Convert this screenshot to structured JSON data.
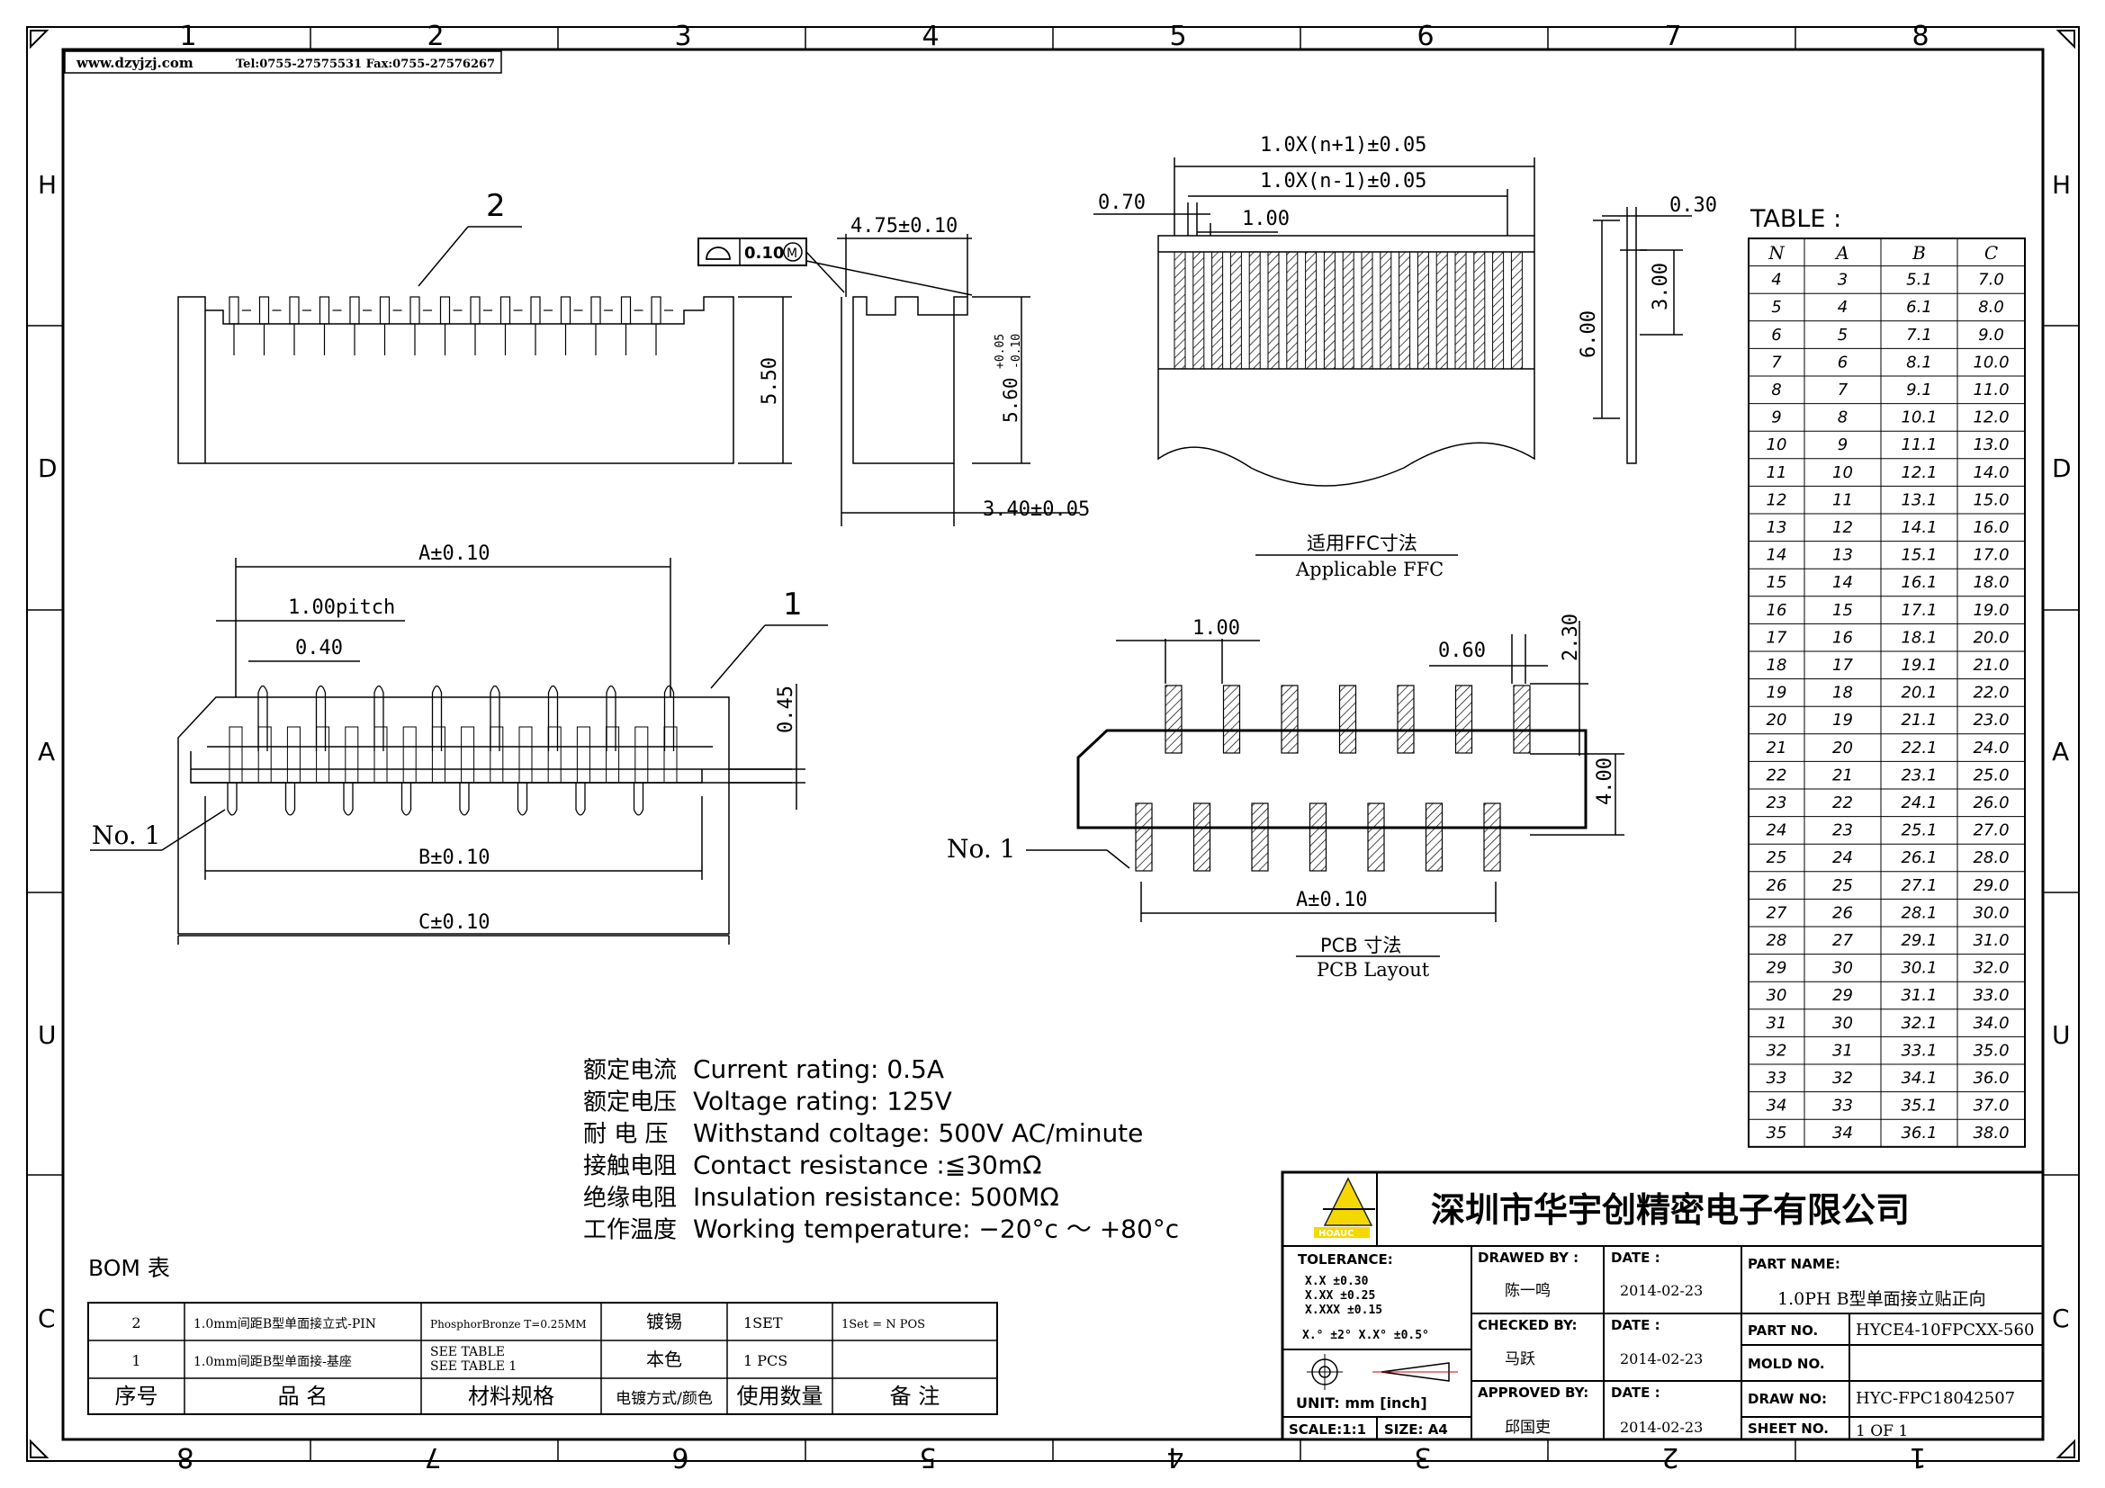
{
  "header": {
    "website": "www.dzyjzj.com",
    "contact": "Tel:0755-27575531 Fax:0755-27576267"
  },
  "frame": {
    "top_cols": [
      "1",
      "2",
      "3",
      "4",
      "5",
      "6",
      "7",
      "8"
    ],
    "bottom_cols": [
      "8",
      "7",
      "6",
      "5",
      "4",
      "3",
      "2",
      "1"
    ],
    "rows": [
      "H",
      "D",
      "A",
      "U",
      "C"
    ]
  },
  "side_view": {
    "callout": "2",
    "dim_height": "5.50",
    "flatness_sym": "⌓",
    "flatness_val": "0.10",
    "flatness_mod": "M",
    "dim_width": "4.75±0.10",
    "dim_height2": "5.60",
    "dim_tol_up": "+0.05",
    "dim_tol_dn": "-0.10",
    "dim_depth": "3.40±0.05"
  },
  "front_view": {
    "dim_A": "A±0.10",
    "dim_pitch": "1.00pitch",
    "dim_pin": "0.40",
    "dim_045": "0.45",
    "dim_B": "B±0.10",
    "dim_C": "C±0.10",
    "callout": "1",
    "no1": "No. 1"
  },
  "ffc": {
    "dim_n_plus": "1.0X(n+1)±0.05",
    "dim_n_minus": "1.0X(n-1)±0.05",
    "dim_070": "0.70",
    "dim_100": "1.00",
    "dim_030": "0.30",
    "dim_300": "3.00",
    "dim_600": "6.00",
    "caption_cn": "适用FFC寸法",
    "caption_en": "Applicable FFC"
  },
  "pcb": {
    "dim_100": "1.00",
    "dim_060": "0.60",
    "dim_230": "2.30",
    "dim_400": "4.00",
    "dim_A": "A±0.10",
    "no1": "No. 1",
    "caption_cn": "PCB  寸法",
    "caption_en": "PCB Layout"
  },
  "table": {
    "title": "TABLE :",
    "headers": [
      "N",
      "A",
      "B",
      "C"
    ],
    "rows": [
      [
        "4",
        "3",
        "5.1",
        "7.0"
      ],
      [
        "5",
        "4",
        "6.1",
        "8.0"
      ],
      [
        "6",
        "5",
        "7.1",
        "9.0"
      ],
      [
        "7",
        "6",
        "8.1",
        "10.0"
      ],
      [
        "8",
        "7",
        "9.1",
        "11.0"
      ],
      [
        "9",
        "8",
        "10.1",
        "12.0"
      ],
      [
        "10",
        "9",
        "11.1",
        "13.0"
      ],
      [
        "11",
        "10",
        "12.1",
        "14.0"
      ],
      [
        "12",
        "11",
        "13.1",
        "15.0"
      ],
      [
        "13",
        "12",
        "14.1",
        "16.0"
      ],
      [
        "14",
        "13",
        "15.1",
        "17.0"
      ],
      [
        "15",
        "14",
        "16.1",
        "18.0"
      ],
      [
        "16",
        "15",
        "17.1",
        "19.0"
      ],
      [
        "17",
        "16",
        "18.1",
        "20.0"
      ],
      [
        "18",
        "17",
        "19.1",
        "21.0"
      ],
      [
        "19",
        "18",
        "20.1",
        "22.0"
      ],
      [
        "20",
        "19",
        "21.1",
        "23.0"
      ],
      [
        "21",
        "20",
        "22.1",
        "24.0"
      ],
      [
        "22",
        "21",
        "23.1",
        "25.0"
      ],
      [
        "23",
        "22",
        "24.1",
        "26.0"
      ],
      [
        "24",
        "23",
        "25.1",
        "27.0"
      ],
      [
        "25",
        "24",
        "26.1",
        "28.0"
      ],
      [
        "26",
        "25",
        "27.1",
        "29.0"
      ],
      [
        "27",
        "26",
        "28.1",
        "30.0"
      ],
      [
        "28",
        "27",
        "29.1",
        "31.0"
      ],
      [
        "29",
        "30",
        "30.1",
        "32.0"
      ],
      [
        "30",
        "29",
        "31.1",
        "33.0"
      ],
      [
        "31",
        "30",
        "32.1",
        "34.0"
      ],
      [
        "32",
        "31",
        "33.1",
        "35.0"
      ],
      [
        "33",
        "32",
        "34.1",
        "36.0"
      ],
      [
        "34",
        "33",
        "35.1",
        "37.0"
      ],
      [
        "35",
        "34",
        "36.1",
        "38.0"
      ]
    ]
  },
  "specs": [
    {
      "cn": "额定电流",
      "en": "Current rating:  0.5A"
    },
    {
      "cn": "额定电压",
      "en": "Voltage rating:  125V"
    },
    {
      "cn": "耐 电 压",
      "en": "Withstand coltage:  500V AC/minute"
    },
    {
      "cn": "接触电阻",
      "en": "Contact resistance :≦30mΩ"
    },
    {
      "cn": "绝缘电阻",
      "en": "Insulation resistance:  500MΩ"
    },
    {
      "cn": "工作温度",
      "en": "Working temperature:  −20°c ～ +80°c"
    }
  ],
  "bom": {
    "title": "BOM 表",
    "rows": [
      [
        "2",
        "1.0mm间距B型单面接立式-PIN",
        "PhosphorBronze T=0.25MM",
        "镀锡",
        "1SET",
        "1Set = N POS"
      ],
      [
        "1",
        "1.0mm间距B型单面接-基座",
        "SEE TABLE\nSEE TABLE 1",
        "本色",
        "1 PCS",
        ""
      ]
    ],
    "header": [
      "序号",
      "品          名",
      "材料规格",
      "电镀方式/颜色",
      "使用数量",
      "备     注"
    ]
  },
  "title_block": {
    "company": "深圳市华宇创精密电子有限公司",
    "logo_text": "HOAUC",
    "tolerance_label": "TOLERANCE:",
    "tol": [
      "X.X    ±0.30",
      "X.XX   ±0.25",
      "X.XXX  ±0.15"
    ],
    "tol_angle": "X.°  ±2°      X.X° ±0.5°",
    "unit": "UNIT:  mm  [inch]",
    "scale": "SCALE:1:1",
    "size": "SIZE: A4",
    "drawn_label": "DRAWED BY :",
    "drawn_by": "陈一鸣",
    "checked_label": "CHECKED BY:",
    "checked_by": "马跃",
    "approved_label": "APPROVED BY:",
    "approved_by": "邱国吏",
    "date_label": "DATE :",
    "date1": "2014-02-23",
    "date2": "2014-02-23",
    "date3": "2014-02-23",
    "part_name_label": "PART NAME:",
    "part_name": "1.0PH B型单面接立贴正向",
    "part_no_label": "PART NO.",
    "part_no": "HYCE4-10FPCXX-560",
    "mold_no_label": "MOLD NO.",
    "mold_no": "",
    "draw_no_label": "DRAW NO:",
    "draw_no": "HYC-FPC18042507",
    "sheet_label": "SHEET NO.",
    "sheet_no": "1 OF 1"
  }
}
